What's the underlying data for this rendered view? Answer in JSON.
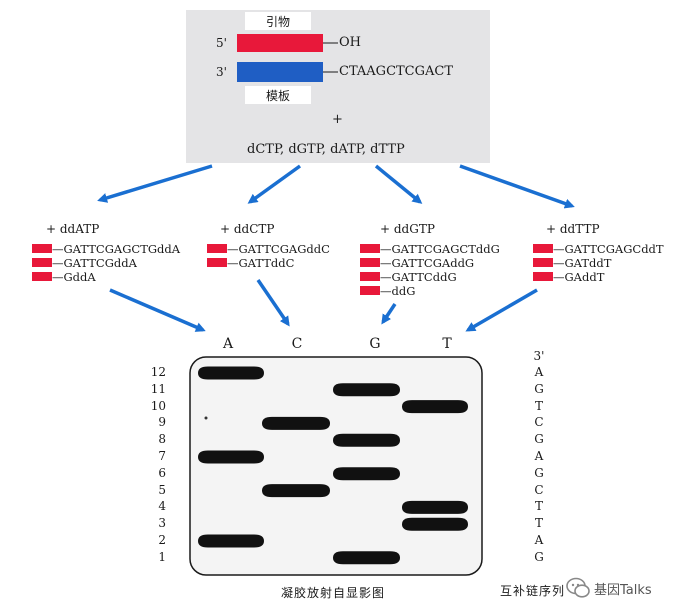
{
  "header_box": {
    "primer_label": "引物",
    "template_label": "模板",
    "five_prime": "5'",
    "three_prime": "3'",
    "primer_end": "OH",
    "template_seq": "CTAAGCTCGACT",
    "plus": "+",
    "dntps": "dCTP, dGTP, dATP, dTTP"
  },
  "colors": {
    "primer": "#e8183a",
    "template": "#1f5ec4",
    "arrow": "#1a6fd1",
    "gel_bg": "#f2f2f2",
    "box_bg": "#e4e4e6"
  },
  "reactions": [
    {
      "label": "+ ddATP",
      "fragments": [
        "GATTCGAGCTGddA",
        "GATTCGddA",
        "GddA"
      ]
    },
    {
      "label": "+ ddCTP",
      "fragments": [
        "GATTCGAGddC",
        "GATTddC"
      ]
    },
    {
      "label": "+ ddGTP",
      "fragments": [
        "GATTCGAGCTddG",
        "GATTCGAddG",
        "GATTCddG",
        "ddG"
      ]
    },
    {
      "label": "+ ddTTP",
      "fragments": [
        "GATTCGAGCddT",
        "GATddT",
        "GAddT"
      ]
    }
  ],
  "gel": {
    "lanes": [
      "A",
      "C",
      "G",
      "T"
    ],
    "numbers": [
      "12",
      "11",
      "10",
      "9",
      "8",
      "7",
      "6",
      "5",
      "4",
      "3",
      "2",
      "1"
    ],
    "bands": {
      "A": [
        12,
        7,
        2
      ],
      "C": [
        9,
        5
      ],
      "G": [
        11,
        8,
        6,
        1
      ],
      "T": [
        10,
        4,
        3
      ]
    },
    "caption": "凝胶放射自显影图"
  },
  "complement": {
    "top_label": "3'",
    "bases": [
      "A",
      "G",
      "T",
      "C",
      "G",
      "A",
      "G",
      "C",
      "T",
      "T",
      "A",
      "G"
    ],
    "caption": "互补链序列"
  },
  "watermark": "基因Talks"
}
